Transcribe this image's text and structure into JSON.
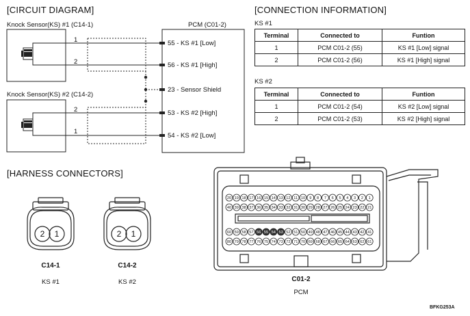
{
  "circuit": {
    "title": "[CIRCUIT DIAGRAM]",
    "ks1_label": "Knock Sensor(KS) #1 (C14-1)",
    "ks2_label": "Knock Sensor(KS) #2 (C14-2)",
    "pcm_label": "PCM (C01-2)",
    "wire_numbers": [
      "1",
      "2",
      "2",
      "1"
    ],
    "pins": [
      {
        "label": "55 - KS #1 [Low]"
      },
      {
        "label": "56 - KS #1 [High]"
      },
      {
        "label": "23 - Sensor Shield"
      },
      {
        "label": "53 - KS #2 [High]"
      },
      {
        "label": "54 - KS #2 [Low]"
      }
    ]
  },
  "connection": {
    "title": "[CONNECTION INFORMATION]",
    "tables": [
      {
        "name": "KS #1",
        "headers": [
          "Terminal",
          "Connected to",
          "Funtion"
        ],
        "rows": [
          [
            "1",
            "PCM C01-2 (55)",
            "KS #1 [Low] signal"
          ],
          [
            "2",
            "PCM C01-2 (56)",
            "KS #1 [High] signal"
          ]
        ]
      },
      {
        "name": "KS #2",
        "headers": [
          "Terminal",
          "Connected to",
          "Funtion"
        ],
        "rows": [
          [
            "1",
            "PCM C01-2 (54)",
            "KS #2 [Low] signal"
          ],
          [
            "2",
            "PCM C01-2 (53)",
            "KS #2 [High] signal"
          ]
        ]
      }
    ]
  },
  "harness": {
    "title": "[HARNESS CONNECTORS]",
    "connectors": [
      {
        "id": "C14-1",
        "desc": "KS #1",
        "pins": [
          "2",
          "1"
        ]
      },
      {
        "id": "C14-2",
        "desc": "KS #2",
        "pins": [
          "2",
          "1"
        ]
      }
    ],
    "pcm_connector": {
      "id": "C01-2",
      "desc": "PCM",
      "rows": [
        [
          "20",
          "19",
          "18",
          "17",
          "16",
          "15",
          "14",
          "13",
          "12",
          "11",
          "10",
          "9",
          "8",
          "7",
          "6",
          "5",
          "4",
          "3",
          "2",
          "1"
        ],
        [
          "40",
          "39",
          "38",
          "37",
          "36",
          "35",
          "34",
          "33",
          "32",
          "31",
          "30",
          "29",
          "28",
          "27",
          "26",
          "25",
          "24",
          "23",
          "22",
          "21"
        ],
        [
          "60",
          "59",
          "58",
          "57",
          "56",
          "55",
          "54",
          "53",
          "52",
          "51",
          "50",
          "49",
          "48",
          "47",
          "46",
          "45",
          "44",
          "43",
          "42",
          "41"
        ],
        [
          "80",
          "79",
          "78",
          "77",
          "76",
          "75",
          "74",
          "73",
          "72",
          "71",
          "70",
          "69",
          "68",
          "67",
          "66",
          "65",
          "64",
          "63",
          "62",
          "61"
        ]
      ],
      "filled_pins": [
        "56",
        "55",
        "54",
        "53"
      ]
    }
  },
  "figure_code": "BFKG253A"
}
